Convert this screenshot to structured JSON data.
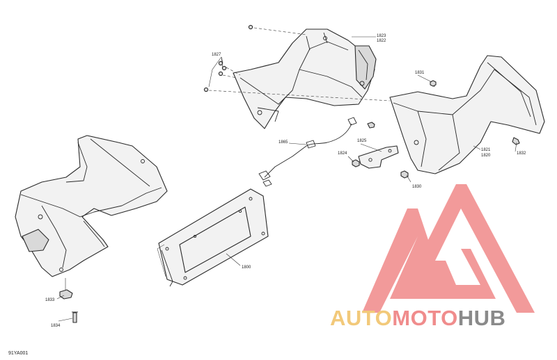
{
  "figure_id": "91YA001",
  "callouts": {
    "p1823": "1823",
    "p1822": "1822",
    "p1827": "1827",
    "p1831": "1831",
    "p1865": "1865",
    "p1825": "1825",
    "p1824": "1824",
    "p1821": "1821",
    "p1820": "1820",
    "p1832": "1832",
    "p1830": "1830",
    "p1800": "1800",
    "p1833": "1833",
    "p1834": "1834"
  },
  "watermark": {
    "word_part1": "AUTO",
    "word_part2": "MOTO",
    "word_part3": "HUB",
    "colors": {
      "logo": "#f08c8c",
      "part1": "#f2c97a",
      "part2": "#f08c8c",
      "part3": "#8a8a8a"
    }
  }
}
